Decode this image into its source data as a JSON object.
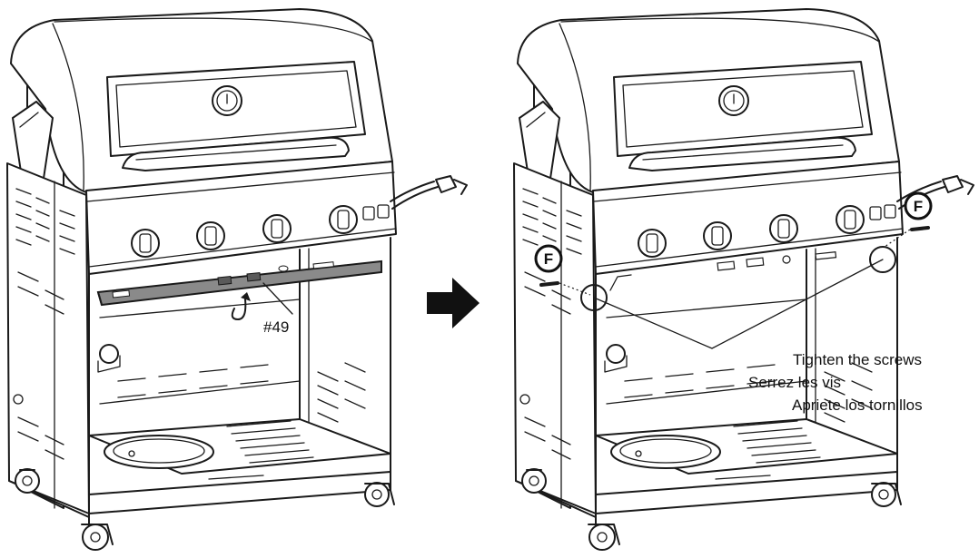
{
  "step_left": {
    "part_label": "#49"
  },
  "step_right": {
    "fastener_letter": "F",
    "instruction": {
      "en": "Tighten the screws",
      "fr": "Serrez les vis",
      "es": "Apriete los tornillos"
    }
  },
  "colors": {
    "ink": "#1a1a1a",
    "bracket_fill": "#8a8a8a",
    "arrow_fill": "#111111"
  }
}
